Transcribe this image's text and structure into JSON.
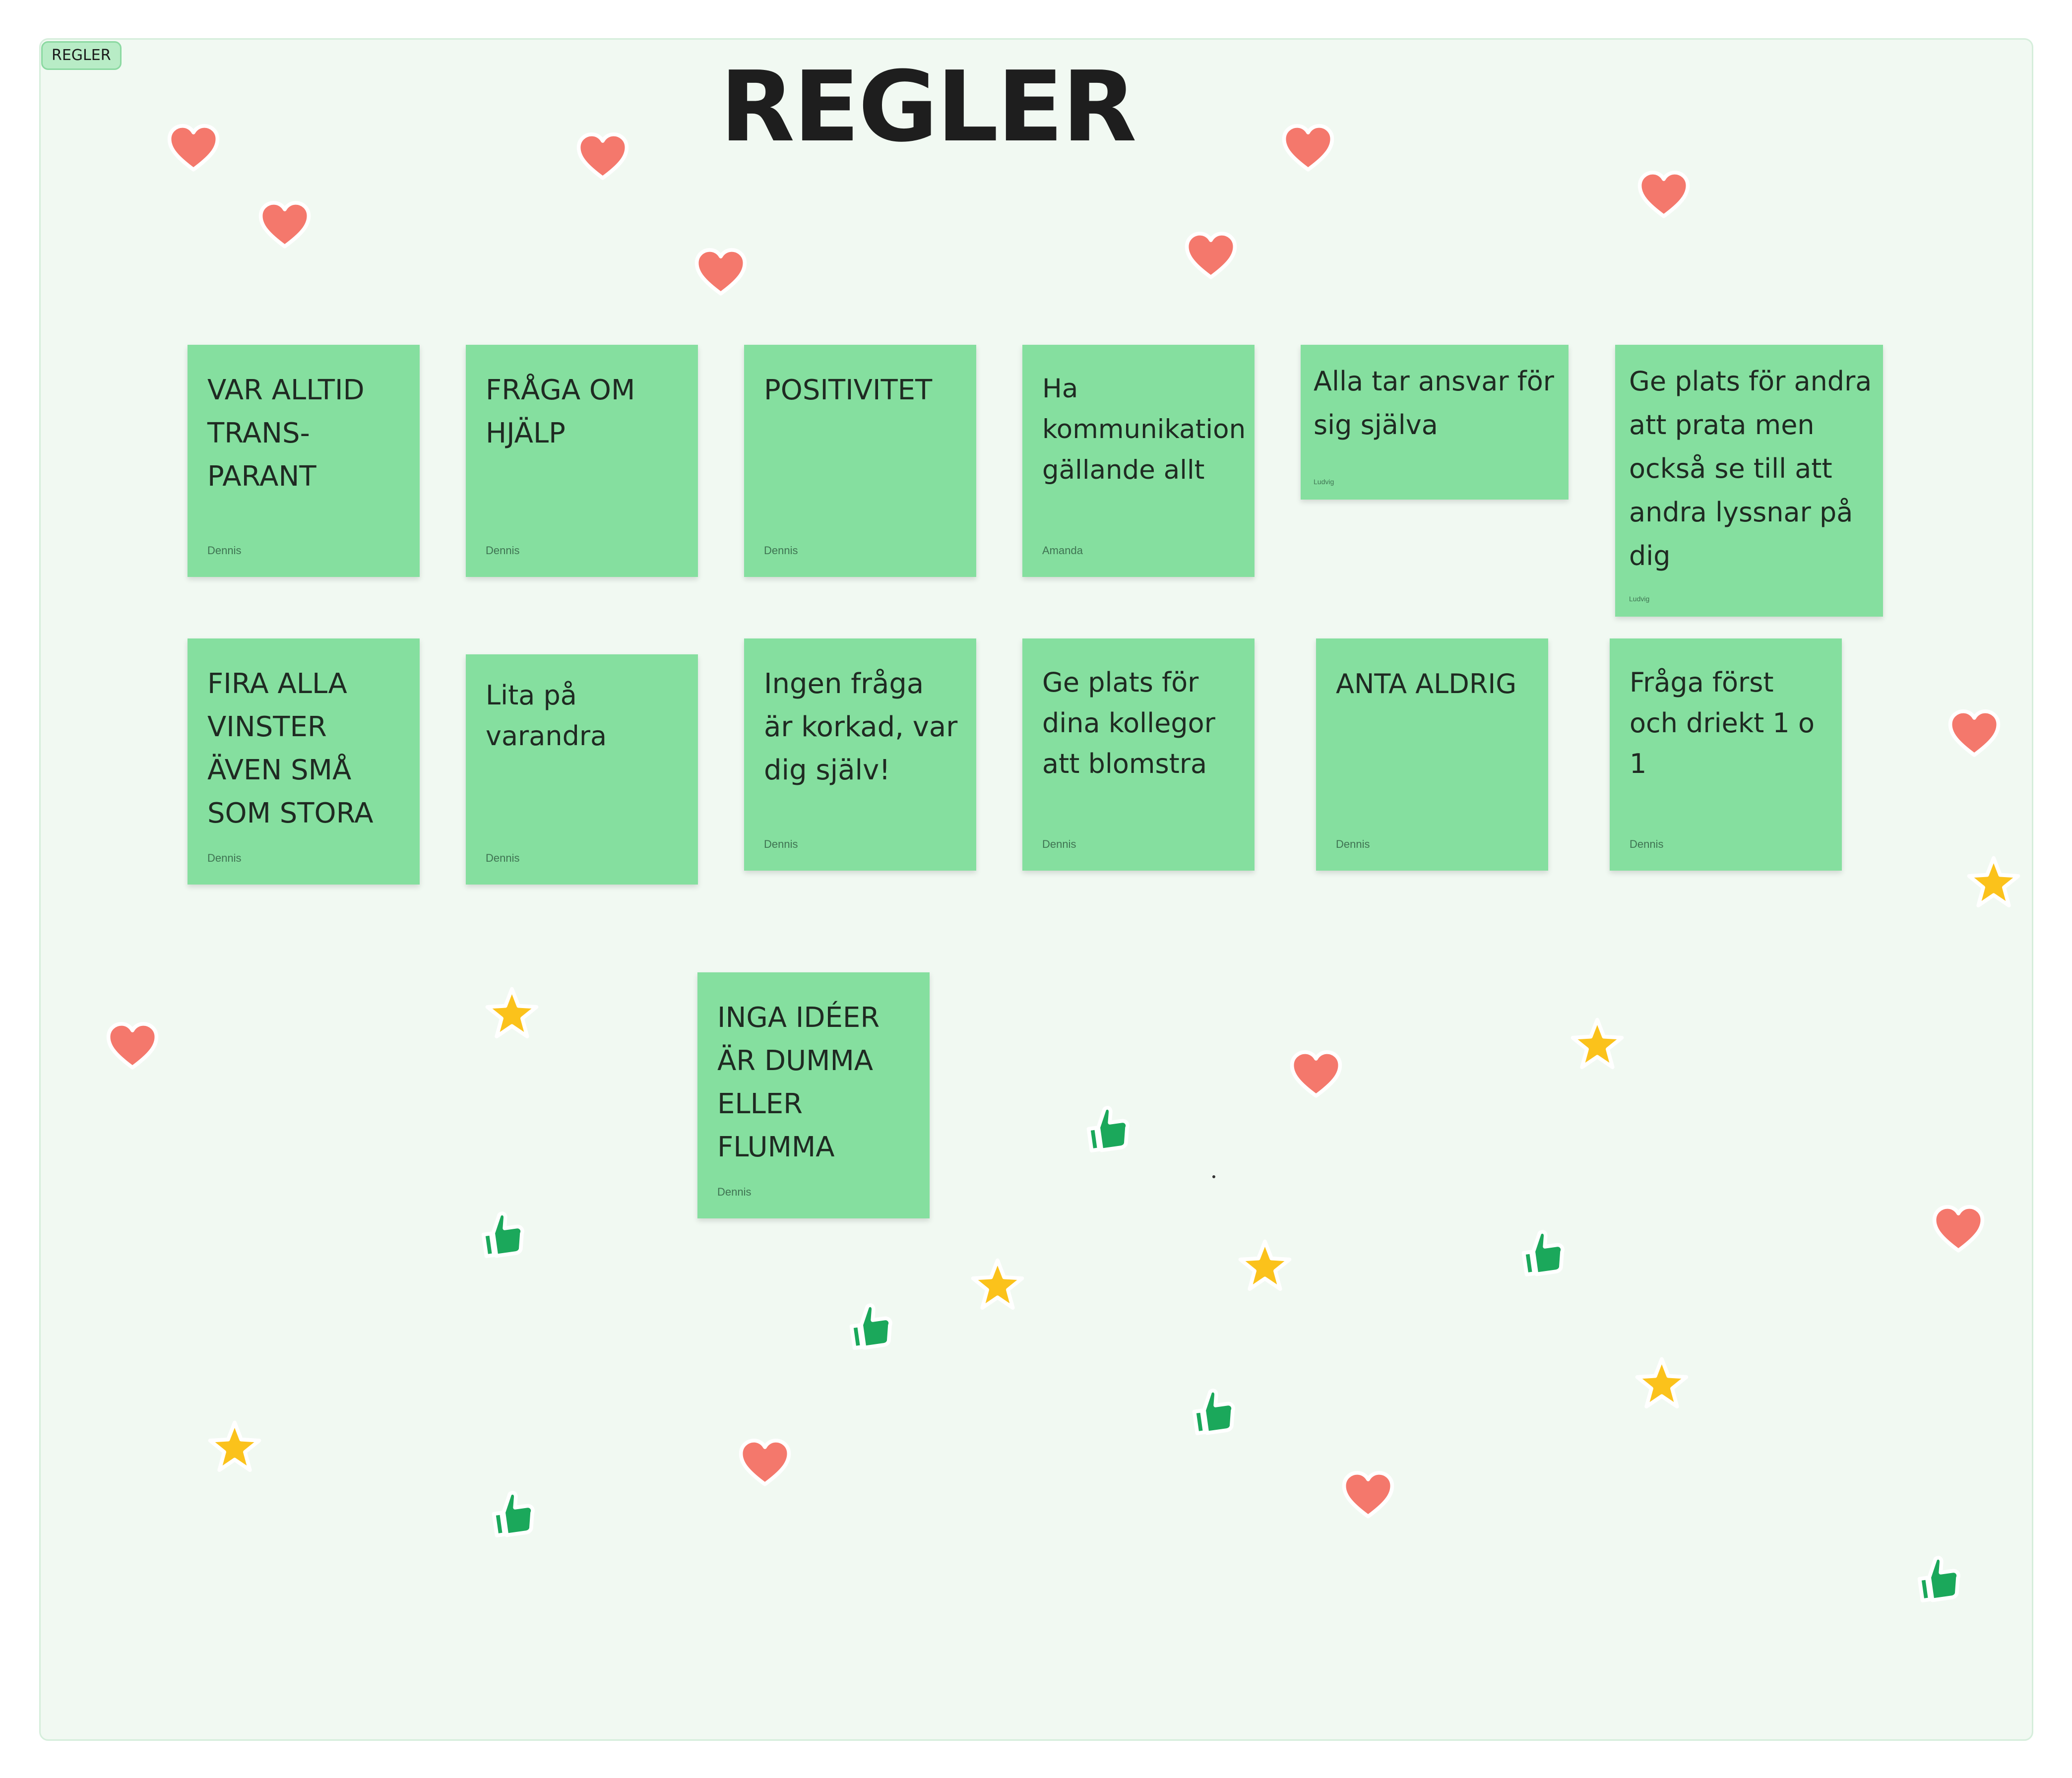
{
  "section": {
    "tag_label": "REGLER",
    "title": "REGLER"
  },
  "notes": [
    {
      "text": "VAR ALLTID TRANS-PARANT",
      "author": "Dennis"
    },
    {
      "text": "FRÅGA OM HJÄLP",
      "author": "Dennis"
    },
    {
      "text": "POSITIVITET",
      "author": "Dennis"
    },
    {
      "text": "Ha kommunikation gällande allt",
      "author": "Amanda"
    },
    {
      "text": "Alla tar ansvar för sig själva",
      "author": "Ludvig"
    },
    {
      "text": "Ge plats för andra att prata men också se till att andra lyssnar på dig",
      "author": "Ludvig"
    },
    {
      "text": "FIRA ALLA VINSTER ÄVEN SMÅ SOM STORA",
      "author": "Dennis"
    },
    {
      "text": "Lita på varandra",
      "author": "Dennis"
    },
    {
      "text": "Ingen fråga är korkad, var dig själv!",
      "author": "Dennis"
    },
    {
      "text": "Ge plats för dina kollegor att blomstra",
      "author": "Dennis"
    },
    {
      "text": "ANTA ALDRIG",
      "author": "Dennis"
    },
    {
      "text": "Fråga först och driekt 1 o 1",
      "author": "Dennis"
    },
    {
      "text": "INGA IDÉER ÄR DUMMA ELLER FLUMMA",
      "author": "Dennis"
    }
  ],
  "stickers": {
    "heart": {
      "icon": "heart-icon",
      "color": "#f4786c"
    },
    "star": {
      "icon": "star-icon",
      "color": "#fbc21b"
    },
    "thumb": {
      "icon": "thumbs-up-icon",
      "color": "#1ba85b"
    }
  },
  "colors": {
    "note": "#85df9f",
    "section_bg": "#f1f9f2",
    "text": "#1f2a22"
  }
}
